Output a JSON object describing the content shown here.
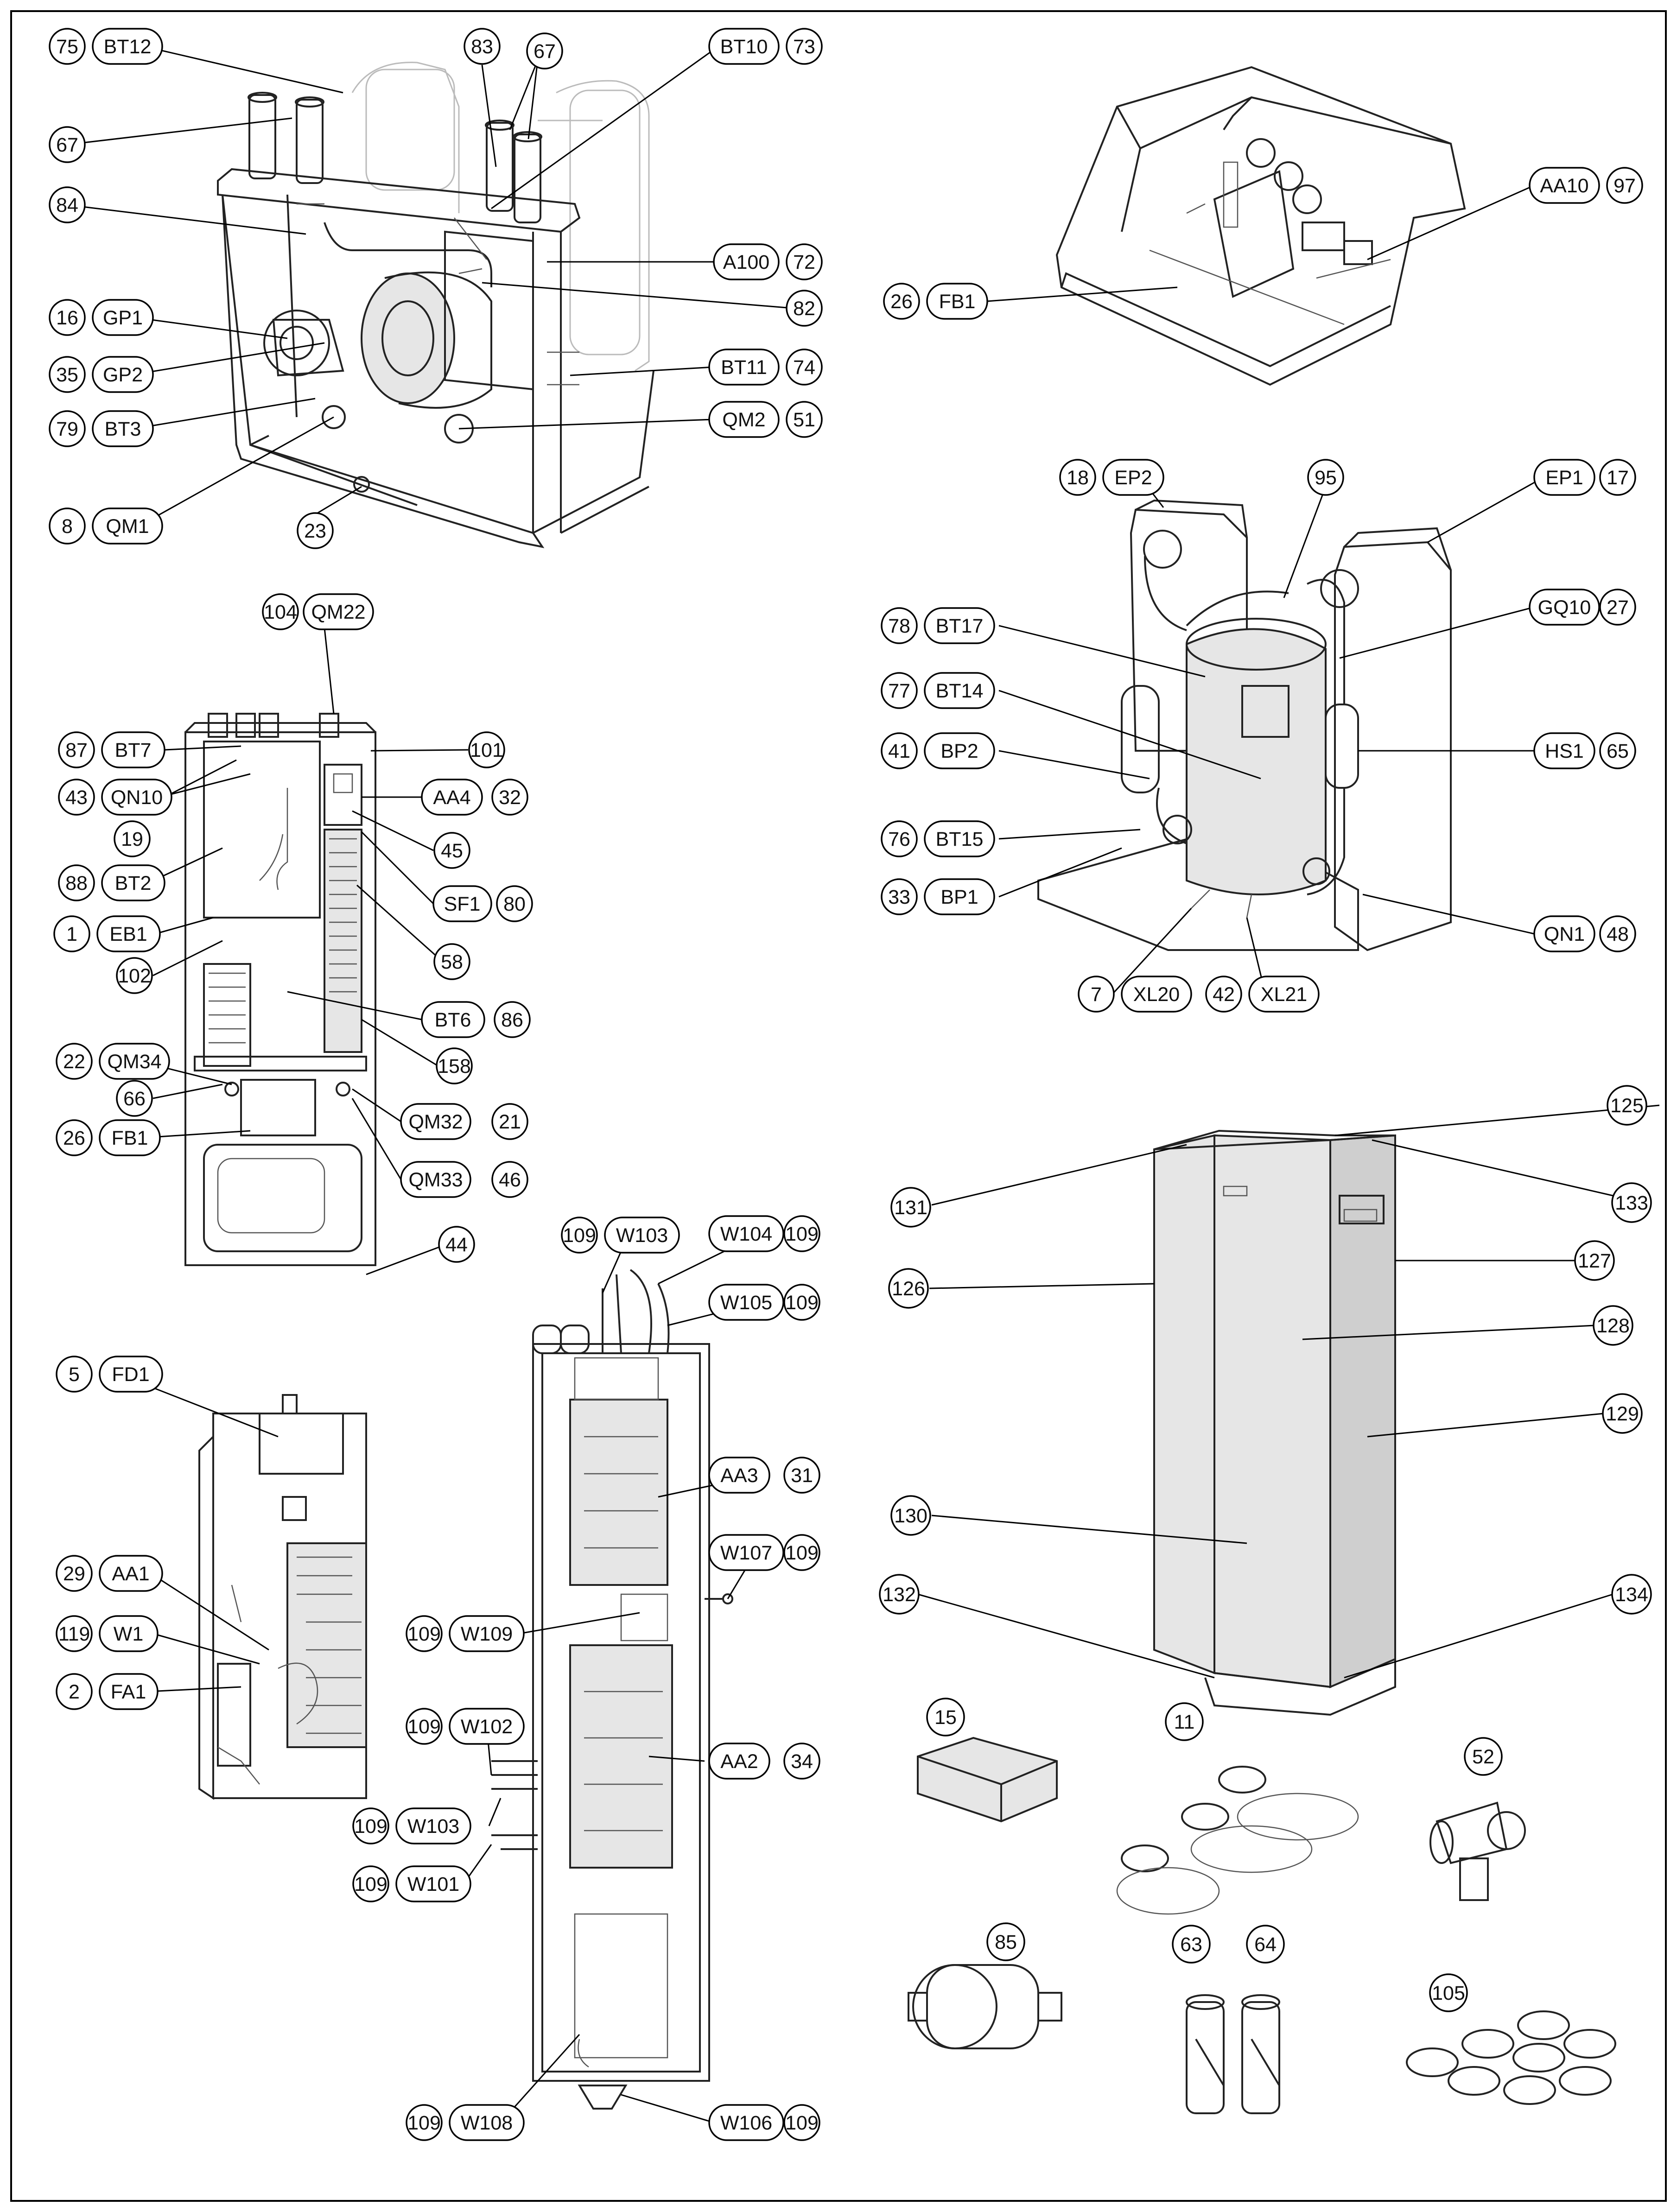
{
  "labels": {
    "75": "75",
    "BT12": "BT12",
    "83": "83",
    "67a": "67",
    "BT10": "BT10",
    "73": "73",
    "67b": "67",
    "84": "84",
    "A100": "A100",
    "72": "72",
    "82": "82",
    "16": "16",
    "GP1": "GP1",
    "35": "35",
    "GP2": "GP2",
    "BT11": "BT11",
    "74": "74",
    "79": "79",
    "BT3": "BT3",
    "QM2": "QM2",
    "51": "51",
    "8": "8",
    "QM1": "QM1",
    "23": "23",
    "AA10": "AA10",
    "97": "97",
    "26a": "26",
    "FB1a": "FB1",
    "18": "18",
    "EP2": "EP2",
    "95": "95",
    "EP1": "EP1",
    "17": "17",
    "78": "78",
    "BT17": "BT17",
    "GQ10": "GQ10",
    "27": "27",
    "77": "77",
    "BT14": "BT14",
    "41": "41",
    "BP2": "BP2",
    "HS1": "HS1",
    "65": "65",
    "76": "76",
    "BT15": "BT15",
    "33": "33",
    "BP1": "BP1",
    "QN1": "QN1",
    "48": "48",
    "7": "7",
    "XL20": "XL20",
    "42": "42",
    "XL21": "XL21",
    "104": "104",
    "QM22": "QM22",
    "87": "87",
    "BT7": "BT7",
    "101": "101",
    "43": "43",
    "QN10": "QN10",
    "AA4": "AA4",
    "32": "32",
    "19": "19",
    "45": "45",
    "88": "88",
    "BT2": "BT2",
    "SF1": "SF1",
    "80": "80",
    "1": "1",
    "EB1": "EB1",
    "102": "102",
    "58": "58",
    "BT6": "BT6",
    "86": "86",
    "158": "158",
    "22": "22",
    "QM34": "QM34",
    "66": "66",
    "QM32": "QM32",
    "21": "21",
    "26b": "26",
    "FB1b": "FB1",
    "QM33": "QM33",
    "46": "46",
    "44": "44",
    "125": "125",
    "131": "131",
    "133": "133",
    "127": "127",
    "126": "126",
    "128": "128",
    "129": "129",
    "130": "130",
    "132": "132",
    "134": "134",
    "109a": "109",
    "W103a": "W103",
    "W104": "W104",
    "109b": "109",
    "W105": "W105",
    "109c": "109",
    "5": "5",
    "FD1": "FD1",
    "AA3": "AA3",
    "31": "31",
    "W107": "W107",
    "109d": "109",
    "29": "29",
    "AA1": "AA1",
    "109e": "109",
    "W109": "W109",
    "119": "119",
    "W1": "W1",
    "2": "2",
    "FA1": "FA1",
    "109f": "109",
    "W102": "W102",
    "AA2": "AA2",
    "34": "34",
    "109g": "109",
    "W103b": "W103",
    "109h": "109",
    "W101": "W101",
    "109i": "109",
    "W108": "W108",
    "W106": "W106",
    "109j": "109",
    "15": "15",
    "11": "11",
    "52": "52",
    "85": "85",
    "63": "63",
    "64": "64",
    "105": "105"
  }
}
